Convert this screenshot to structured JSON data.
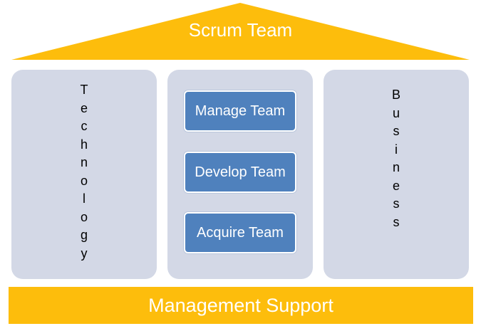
{
  "colors": {
    "roof": "#fdbd0c",
    "foundation": "#fdbd0c",
    "pillar": "#d3d8e6",
    "team_box": "#4f81bd",
    "team_text": "#ffffff"
  },
  "roof": {
    "title": "Scrum Team"
  },
  "pillars": {
    "left": {
      "letters": [
        "T",
        "e",
        "c",
        "h",
        "n",
        "o",
        "l",
        "o",
        "g",
        "y"
      ]
    },
    "middle": {
      "teams": [
        "Manage Team",
        "Develop Team",
        "Acquire Team"
      ]
    },
    "right": {
      "letters": [
        "B",
        "u",
        "s",
        "i",
        "n",
        "e",
        "s",
        "s"
      ]
    }
  },
  "foundation": {
    "label": "Management Support"
  }
}
